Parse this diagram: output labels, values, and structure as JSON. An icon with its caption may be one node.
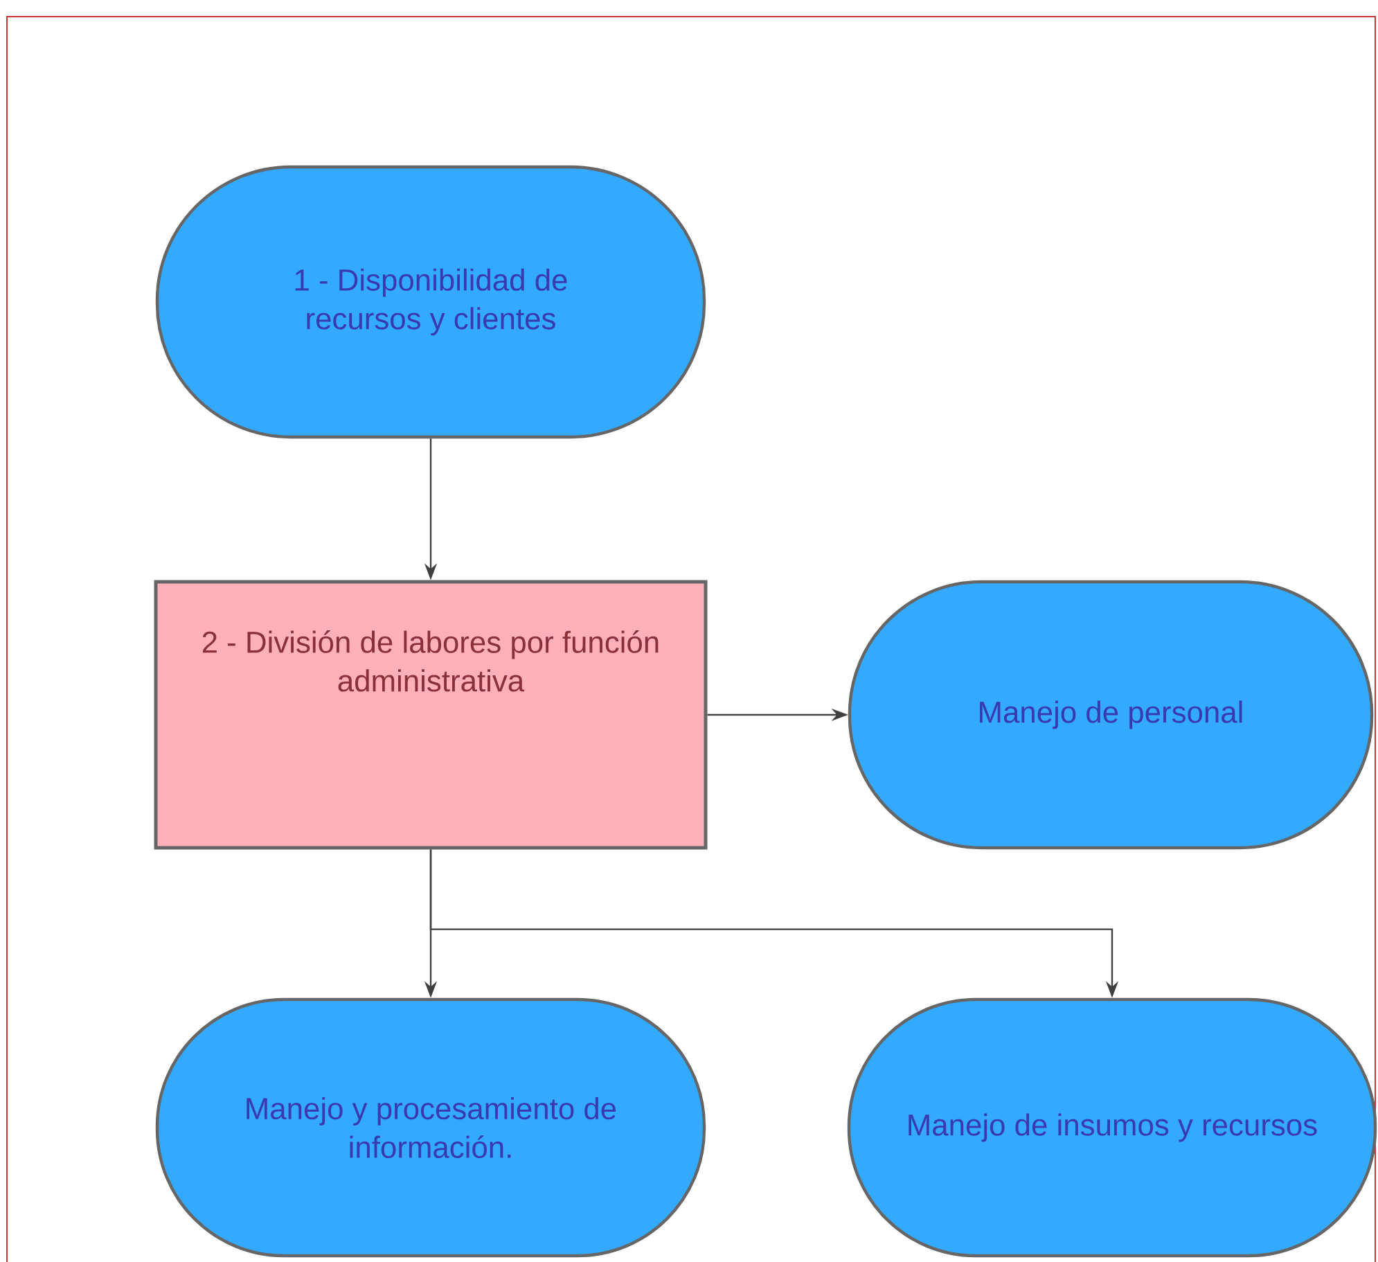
{
  "diagram": {
    "nodes": [
      {
        "text": [
          "1 - Disponibilidad de recursos y clientes"
        ]
      },
      {
        "text": [
          "2 - División de labores por función administrativa"
        ]
      },
      {
        "text": [
          "Manejo de personal"
        ]
      },
      {
        "text": [
          "Manejo y procesamiento de información."
        ]
      },
      {
        "text": [
          "Manejo de insumos y recursos"
        ]
      }
    ],
    "edges": [
      {
        "from": 0,
        "to": 1,
        "arrow": "to"
      },
      {
        "from": 1,
        "to": 2,
        "arrow": "to"
      },
      {
        "from": 1,
        "to": 3,
        "arrow": "to"
      },
      {
        "from": 1,
        "to": 4,
        "arrow": "to"
      }
    ]
  }
}
